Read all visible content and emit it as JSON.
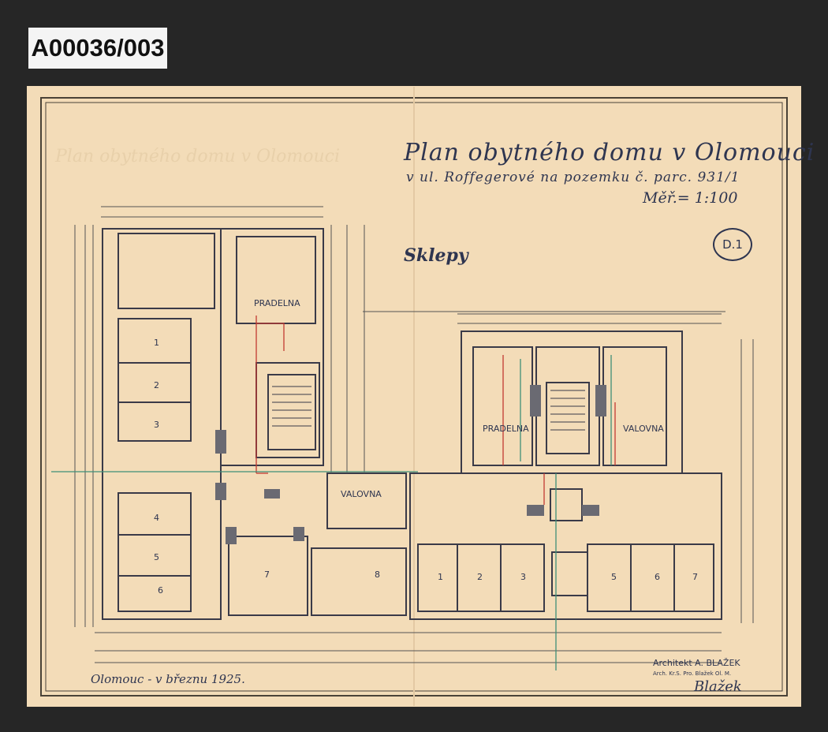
{
  "archive_label": "A00036/003",
  "drawing": {
    "title": "Plan obytného domu v Olomouci",
    "subtitle": "v ul. Roffegerové na pozemku č. parc. 931/1",
    "scale": "Měř.= 1:100",
    "floor": "Sklepy",
    "sheet_no": "D.1",
    "place_date": "Olomouc - v březnu 1925.",
    "architect_line1": "Architekt A. BLAŽEK",
    "architect_line2": "Arch. Kr.S. Pro. Blažek Ol. M.",
    "signature": "Blažek"
  },
  "rooms": {
    "pradelna_left": "PRADELNA",
    "pradelna_right": "PRADELNA",
    "valovna_mid": "VALOVNA",
    "valovna_right": "VALOVNA",
    "r1": "1",
    "r2": "2",
    "r3": "3",
    "r4": "4",
    "r5": "5",
    "r6": "6",
    "r7": "7",
    "r8": "8",
    "rr1": "1",
    "rr2": "2",
    "rr3": "3",
    "rr5": "5",
    "rr6": "6",
    "rr7": "7"
  },
  "colors": {
    "background": "#262626",
    "paper": "#f3dcb8",
    "ink": "#2e3550",
    "red_line": "#c23a32",
    "green_line": "#3f8f78"
  }
}
